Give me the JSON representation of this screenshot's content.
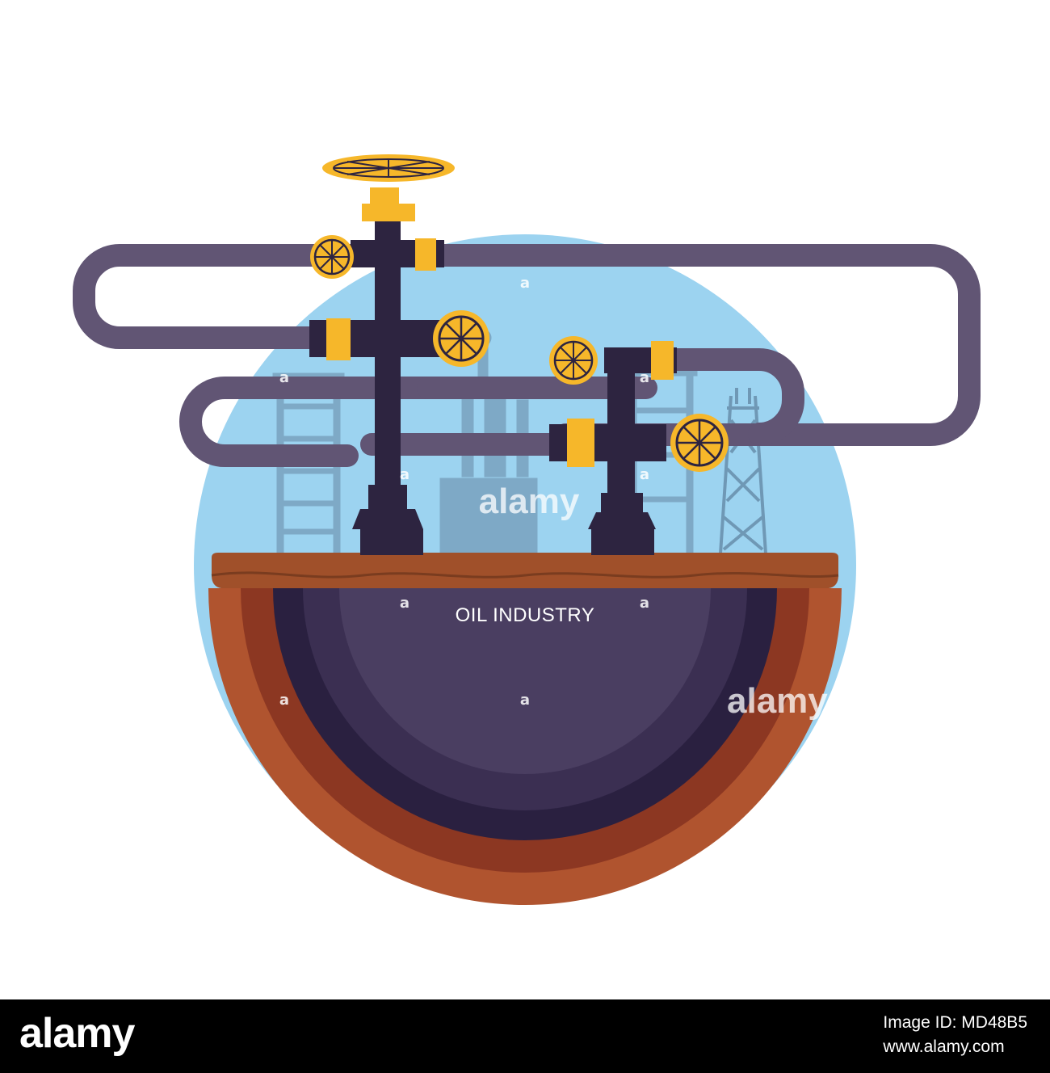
{
  "illustration": {
    "label": "OIL INDUSTRY",
    "colors": {
      "sky": "#9cd3f0",
      "pipe": "#615574",
      "wellhead": "#2d2440",
      "valve": "#f6b72a",
      "soil_top": "#a0502a",
      "soil_ring_outer": "#b0542f",
      "soil_ring_inner": "#8c3722",
      "oil_dark": "#2a2040",
      "oil_mid": "#3b2f52",
      "oil_light": "#4a3e61",
      "background_structures": "#7ea9c6"
    },
    "watermark": {
      "small_mark": "a",
      "text": "alamy"
    }
  },
  "footer": {
    "brand": "alamy",
    "image_id_line": "Image ID: MD48B5",
    "site": "www.alamy.com"
  }
}
